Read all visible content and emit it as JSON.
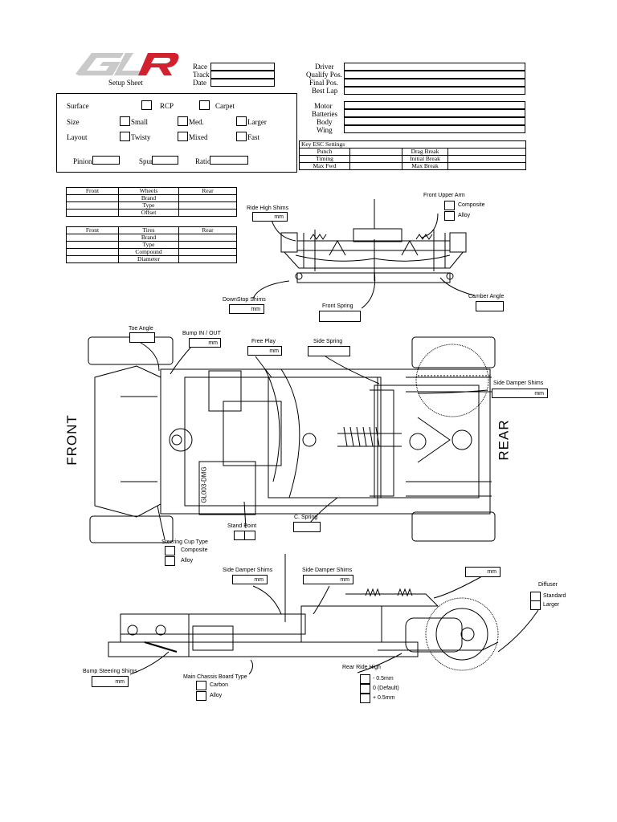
{
  "header": {
    "logo_text": "GLR",
    "subtitle": "Setup Sheet",
    "race_label": "Race",
    "track_label": "Track",
    "date_label": "Date",
    "driver_label": "Driver",
    "qualify_label": "Qualify Pos.",
    "final_label": "Final Pos.",
    "bestlap_label": "Best Lap",
    "motor_label": "Motor",
    "batteries_label": "Batteries",
    "body_label": "Body",
    "wing_label": "Wing"
  },
  "conditions": {
    "surface_label": "Surface",
    "rcp_label": "RCP",
    "carpet_label": "Carpet",
    "size_label": "Size",
    "small_label": "Small",
    "med_label": "Med.",
    "larger_label": "Larger",
    "layout_label": "Layout",
    "twisty_label": "Twisty",
    "mixed_label": "Mixed",
    "fast_label": "Fast",
    "pinion_label": "Pinion",
    "spur_label": "Spur",
    "ratio_label": "Ratio"
  },
  "esc": {
    "title": "Key ESC Settings",
    "punch": "Punch",
    "timing": "Timing",
    "maxfwd": "Max Fwd",
    "dragbreak": "Drag Break",
    "initialbreak": "Initial Break",
    "maxbreak": "Max Break"
  },
  "wheels": {
    "front": "Front",
    "center": "Wheels",
    "rear": "Rear",
    "rows": [
      "Brand",
      "Type",
      "Offset"
    ]
  },
  "tires": {
    "front": "Front",
    "center": "Tires",
    "rear": "Rear",
    "rows": [
      "Brand",
      "Type",
      "Compound",
      "Diameter"
    ]
  },
  "front_view": {
    "front_upper_arm": "Front Upper Arm",
    "composite": "Composite",
    "alloy": "Alloy",
    "ride_high_shims": "Ride High Shims",
    "mm": "mm",
    "downstop_shims": "DownStop Shims",
    "front_spring": "Front Spring",
    "camber_angle": "Camber Angle"
  },
  "top_view": {
    "toe_angle": "Toe Angle",
    "bump_in_out": "Bump IN / OUT",
    "free_play": "Free Play",
    "side_spring": "Side Spring",
    "side_damper_shims": "Side Damper Shims",
    "front_word": "FRONT",
    "rear_word": "REAR",
    "stand_point": "Stand Point",
    "c_spring": "C. Spring",
    "steering_cup_type": "Steering Cup Type",
    "composite": "Composite",
    "alloy": "Alloy",
    "board_label": "GL003-DMG",
    "mm": "mm"
  },
  "side_view": {
    "side_damper_shims": "Side Damper Shims",
    "diffuser": "Diffuser",
    "standard": "Standard",
    "larger": "Larger",
    "bump_steering_shims": "Bump Steering Shims",
    "main_chassis_board_type": "Main Chassis Board Type",
    "carbon": "Carbon",
    "alloy": "Alloy",
    "rear_ride_high": "Rear Ride High",
    "minus": "- 0.5mm",
    "default": "0 (Default)",
    "plus": "+ 0.5mm",
    "mm": "mm"
  },
  "colors": {
    "logo_gray": "#c9c9c9",
    "logo_red": "#d2202f",
    "line": "#000000"
  }
}
